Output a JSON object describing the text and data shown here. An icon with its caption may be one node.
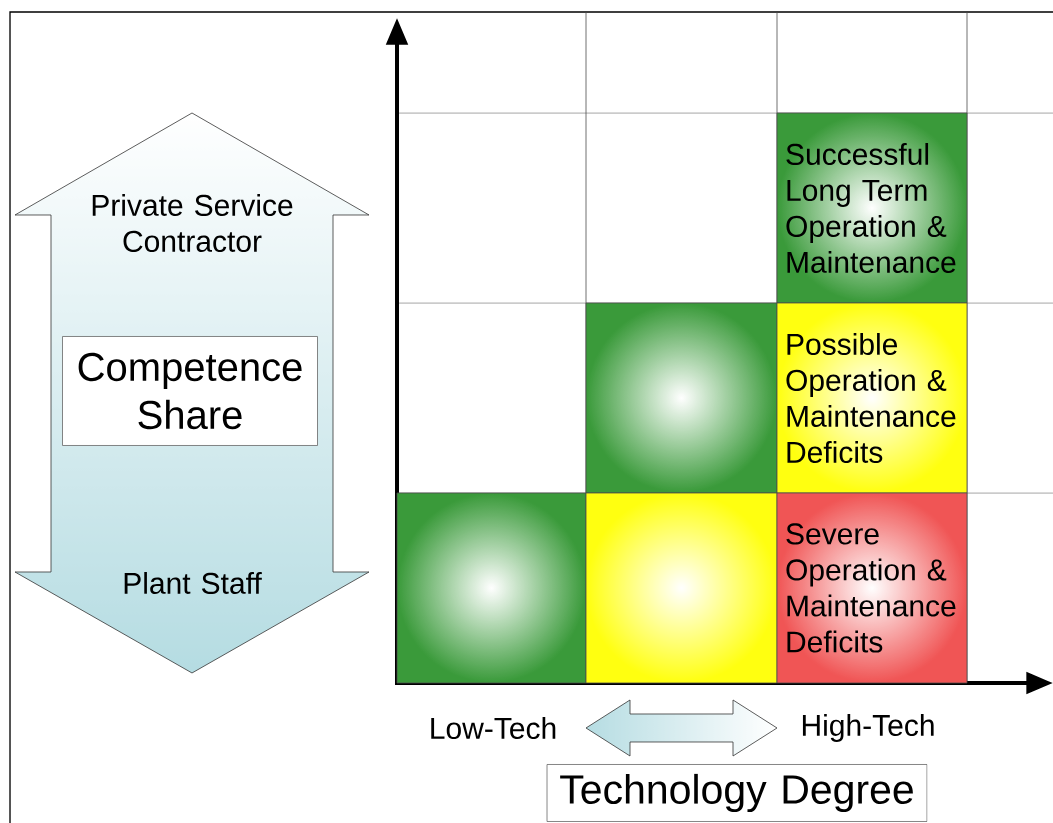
{
  "diagram": {
    "nodes": [
      {
        "text": [
          "Competence Share"
        ]
      },
      {
        "text": [
          "Successful Long Term Operation & Maintenance"
        ]
      },
      {
        "text": [],
        "shape": "box"
      },
      {
        "text": [
          "Possible Operation & Maintenance Deficits"
        ]
      },
      {
        "text": [],
        "shape": "box"
      },
      {
        "text": [],
        "shape": "box"
      },
      {
        "text": [
          "Severe Operation & Maintenance Deficits"
        ]
      },
      {
        "text": [
          "Technology Degree"
        ]
      }
    ],
    "labels": [
      "Private Service Contractor",
      "Plant Staff",
      "Low-Tech",
      "High-Tech"
    ]
  }
}
